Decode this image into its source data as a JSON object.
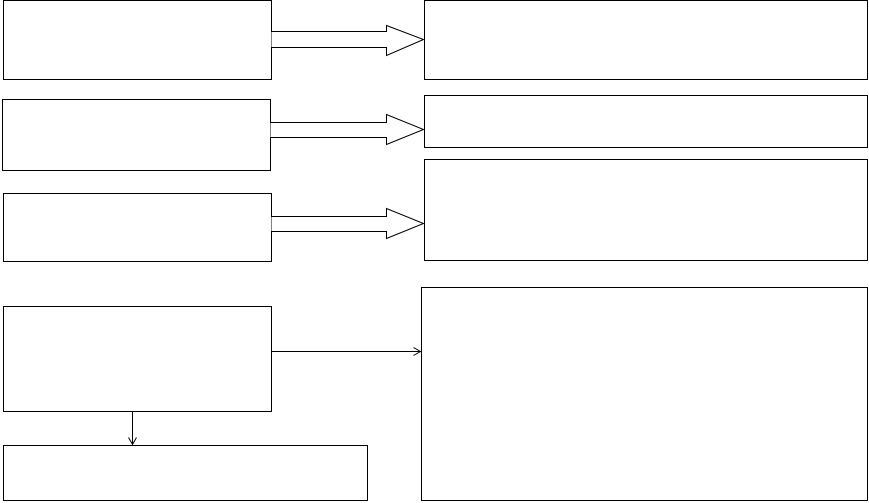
{
  "diagram": {
    "type": "flowchart",
    "line_color": "#000000",
    "box_fill": "#ffffff",
    "left_boxes": [
      {
        "id": "left-box-1",
        "text": ""
      },
      {
        "id": "left-box-2",
        "text": ""
      },
      {
        "id": "left-box-3",
        "text": ""
      },
      {
        "id": "left-box-4",
        "text": ""
      },
      {
        "id": "bottom-box",
        "text": ""
      }
    ],
    "right_boxes": [
      {
        "id": "right-box-1",
        "text": ""
      },
      {
        "id": "right-box-2",
        "text": ""
      },
      {
        "id": "right-box-3",
        "text": ""
      },
      {
        "id": "right-box-4",
        "text": ""
      }
    ],
    "connections": [
      {
        "from": "left-box-1",
        "to": "right-box-1",
        "style": "block-arrow"
      },
      {
        "from": "left-box-2",
        "to": "right-box-2",
        "style": "block-arrow"
      },
      {
        "from": "left-box-3",
        "to": "right-box-3",
        "style": "block-arrow"
      },
      {
        "from": "left-box-4",
        "to": "right-box-4",
        "style": "line-arrow"
      },
      {
        "from": "left-box-4",
        "to": "bottom-box",
        "style": "line-arrow"
      }
    ]
  }
}
